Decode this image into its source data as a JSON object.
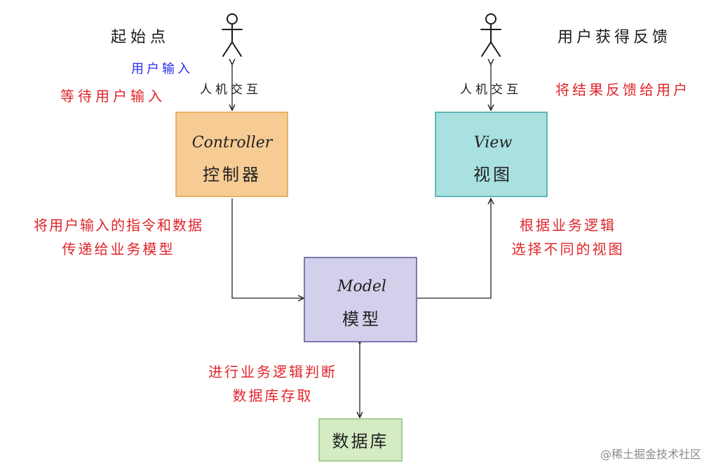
{
  "diagram": {
    "actors": {
      "start": {
        "name": "起始点",
        "user_input": "用户输入",
        "waiting": "等待用户输入",
        "interaction": "人机交互"
      },
      "end": {
        "name": "用户获得反馈",
        "interaction": "人机交互",
        "feedback": "将结果反馈给用户"
      }
    },
    "nodes": {
      "controller": {
        "title": "Controller",
        "subtitle": "控制器",
        "fill": "#f7cb94",
        "stroke": "#e3a24a"
      },
      "view": {
        "title": "View",
        "subtitle": "视图",
        "fill": "#a9e0e0",
        "stroke": "#3aa6a6"
      },
      "model": {
        "title": "Model",
        "subtitle": "模型",
        "fill": "#d2d0ea",
        "stroke": "#5b5499"
      },
      "database": {
        "title": "数据库",
        "fill": "#d4ebc4",
        "stroke": "#8ec27a"
      }
    },
    "edge_labels": {
      "controller_to_model_line1": "将用户输入的指令和数据",
      "controller_to_model_line2": "传递给业务模型",
      "model_to_view_line1": "根据业务逻辑",
      "model_to_view_line2": "选择不同的视图",
      "model_to_db_line1": "进行业务逻辑判断",
      "model_to_db_line2": "数据库存取"
    },
    "watermark": "@稀土掘金技术社区",
    "colors": {
      "label_black": "#1a1a1a",
      "label_blue": "#2a2af0",
      "label_red": "#e0242a",
      "line": "#222222"
    }
  }
}
